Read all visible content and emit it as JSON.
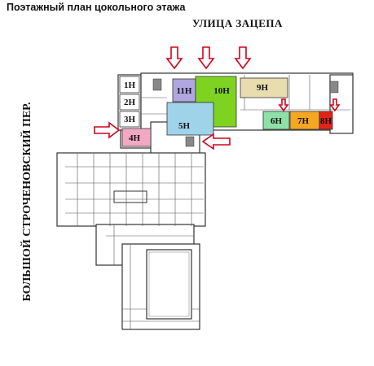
{
  "title": "Поэтажный план цокольного этажа",
  "street_top": "УЛИЦА ЗАЦЕПА",
  "street_left": "БОЛЬШОЙ СТРОЧЕНОВСКИЙ ПЕР.",
  "units": [
    {
      "id": "1H",
      "label": "1H",
      "color": "#ffffff"
    },
    {
      "id": "2H",
      "label": "2H",
      "color": "#ffffff"
    },
    {
      "id": "3H",
      "label": "3H",
      "color": "#ffffff"
    },
    {
      "id": "4H",
      "label": "4H",
      "color": "#f2a8c3"
    },
    {
      "id": "5H",
      "label": "5H",
      "color": "#9fd3ea"
    },
    {
      "id": "6H",
      "label": "6H",
      "color": "#8de0a8"
    },
    {
      "id": "7H",
      "label": "7H",
      "color": "#f5a623"
    },
    {
      "id": "8H",
      "label": "8H",
      "color": "#e2231a"
    },
    {
      "id": "9H",
      "label": "9H",
      "color": "#e9ddb0"
    },
    {
      "id": "10H",
      "label": "10H",
      "color": "#7ed321"
    },
    {
      "id": "11H",
      "label": "11H",
      "color": "#b0a7e0"
    }
  ],
  "colors": {
    "arrow": "#d0021b",
    "wall": "#333333"
  }
}
